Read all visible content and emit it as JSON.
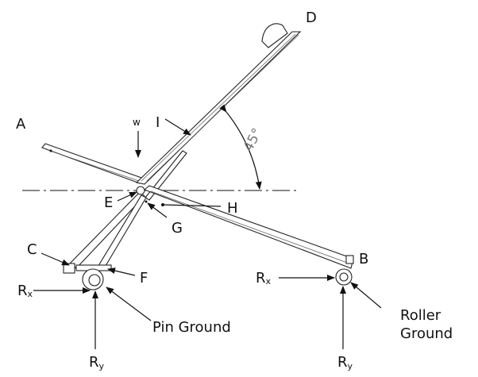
{
  "labels": {
    "A": "A",
    "B": "B",
    "C": "C",
    "D": "D",
    "E": "E",
    "F": "F",
    "G": "G",
    "H": "H",
    "I": "I",
    "w": "w",
    "angle": "45°"
  },
  "reactions": {
    "left_rx_main": "R",
    "left_rx_sub": "x",
    "left_ry_main": "R",
    "left_ry_sub": "y",
    "right_rx_main": "R",
    "right_rx_sub": "x",
    "right_ry_main": "R",
    "right_ry_sub": "y"
  },
  "supports": {
    "pin": "Pin Ground",
    "roller_line1": "Roller",
    "roller_line2": "Ground"
  }
}
